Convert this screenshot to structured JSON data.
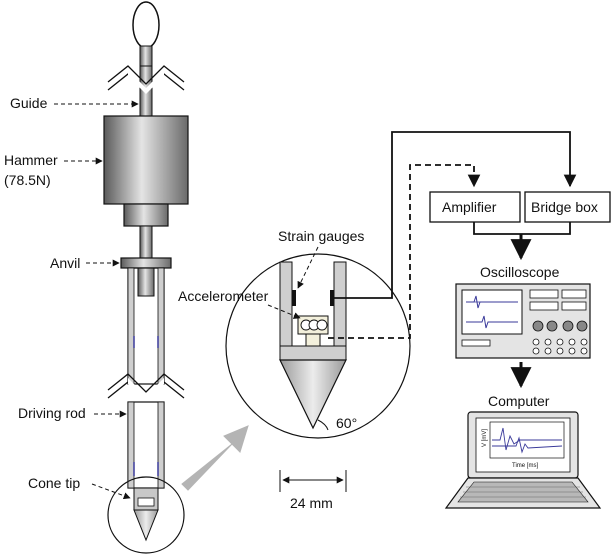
{
  "labels": {
    "guide": "Guide",
    "hammer": "Hammer",
    "hammer_weight": "(78.5N)",
    "anvil": "Anvil",
    "driving_rod": "Driving rod",
    "cone_tip": "Cone tip",
    "strain_gauges": "Strain gauges",
    "accelerometer": "Accelerometer",
    "cone_angle": "60°",
    "width": "24 mm",
    "amplifier": "Amplifier",
    "bridge_box": "Bridge box",
    "oscilloscope": "Oscilloscope",
    "computer": "Computer",
    "plot_ylabel": "V [mV]",
    "plot_xlabel": "Time [ms]"
  },
  "colors": {
    "line": "#111111",
    "steel_light": "#dcdcdc",
    "steel_dark": "#707070",
    "arrow_fill": "#b4b4b4",
    "signal": "#3a3a9a"
  }
}
